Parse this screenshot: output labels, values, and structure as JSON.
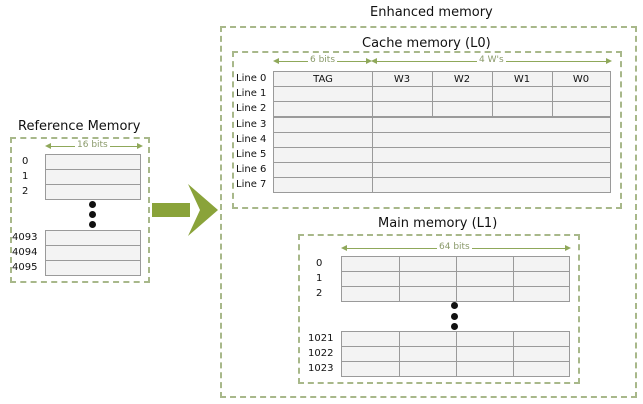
{
  "enhanced": {
    "title": "Enhanced memory"
  },
  "cache": {
    "title": "Cache memory (L0)",
    "tag_bits": "6 bits",
    "words_bits": "4 W's",
    "headers": [
      "TAG",
      "W3",
      "W2",
      "W1",
      "W0"
    ],
    "lines": [
      "Line 0",
      "Line 1",
      "Line 2",
      "Line 3",
      "Line 4",
      "Line 5",
      "Line 6",
      "Line 7"
    ]
  },
  "main": {
    "title": "Main memory (L1)",
    "bits": "64 bits",
    "top_rows": [
      "0",
      "1",
      "2"
    ],
    "bottom_rows": [
      "1021",
      "1022",
      "1023"
    ]
  },
  "reference": {
    "title": "Reference Memory",
    "bits": "16 bits",
    "top_rows": [
      "0",
      "1",
      "2"
    ],
    "bottom_rows": [
      "4093",
      "4094",
      "4095"
    ]
  }
}
